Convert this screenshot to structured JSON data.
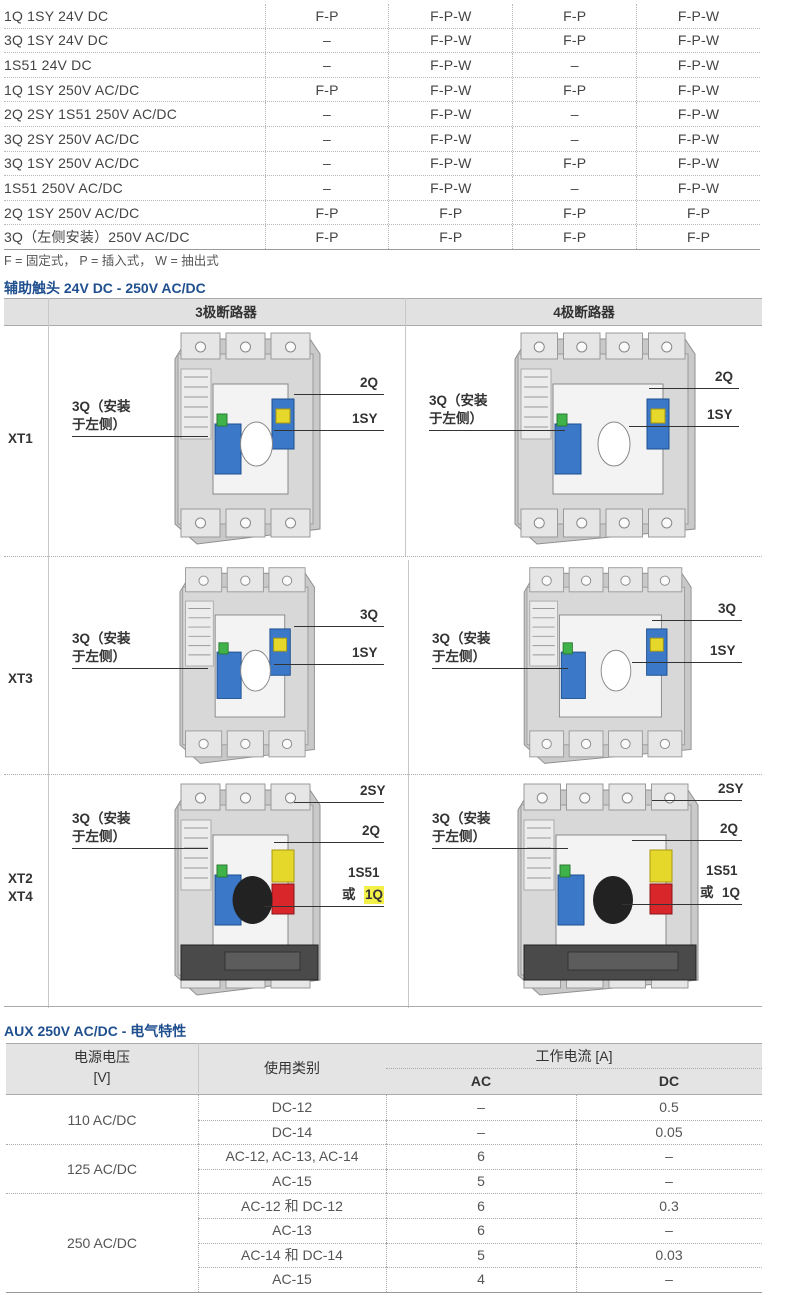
{
  "compat_table": {
    "rows": [
      {
        "name": "1Q 1SY 24V DC",
        "v": [
          "F-P",
          "F-P-W",
          "F-P",
          "F-P-W"
        ]
      },
      {
        "name": "3Q 1SY 24V DC",
        "v": [
          "–",
          "F-P-W",
          "F-P",
          "F-P-W"
        ]
      },
      {
        "name": "1S51 24V DC",
        "v": [
          "–",
          "F-P-W",
          "–",
          "F-P-W"
        ]
      },
      {
        "name": "1Q 1SY 250V AC/DC",
        "v": [
          "F-P",
          "F-P-W",
          "F-P",
          "F-P-W"
        ]
      },
      {
        "name": "2Q 2SY 1S51 250V AC/DC",
        "v": [
          "–",
          "F-P-W",
          "–",
          "F-P-W"
        ]
      },
      {
        "name": "3Q 2SY 250V AC/DC",
        "v": [
          "–",
          "F-P-W",
          "–",
          "F-P-W"
        ]
      },
      {
        "name": "3Q 1SY 250V AC/DC",
        "v": [
          "–",
          "F-P-W",
          "F-P",
          "F-P-W"
        ]
      },
      {
        "name": "1S51 250V AC/DC",
        "v": [
          "–",
          "F-P-W",
          "–",
          "F-P-W"
        ]
      },
      {
        "name": "2Q 1SY 250V AC/DC",
        "v": [
          "F-P",
          "F-P",
          "F-P",
          "F-P"
        ]
      },
      {
        "name": "3Q（左侧安装）250V AC/DC",
        "v": [
          "F-P",
          "F-P",
          "F-P",
          "F-P"
        ]
      }
    ],
    "legend": "F = 固定式，  P = 插入式，  W = 抽出式"
  },
  "aux_section": {
    "title": "辅助触头 24V DC - 250V AC/DC",
    "col_headers": [
      "3极断路器",
      "4极断路器"
    ],
    "rows": [
      {
        "label": "XT1",
        "left": {
          "top": "2Q",
          "mid": "1SY",
          "side": [
            "3Q（安装",
            "于左侧）"
          ]
        },
        "right": {
          "top": "2Q",
          "mid": "1SY",
          "side": [
            "3Q（安装",
            "于左侧）"
          ]
        }
      },
      {
        "label": "XT3",
        "left": {
          "top": "3Q",
          "mid": "1SY",
          "side": [
            "3Q（安装",
            "于左侧）"
          ]
        },
        "right": {
          "top": "3Q",
          "mid": "1SY",
          "side": [
            "3Q（安装",
            "于左侧）"
          ]
        }
      },
      {
        "label": "XT2\nXT4",
        "left": {
          "top": "2SY",
          "mid": "2Q",
          "low1": "1S51",
          "low2a": "或",
          "low2b": "1Q",
          "side": [
            "3Q（安装",
            "于左侧）"
          ]
        },
        "right": {
          "top": "2SY",
          "mid": "2Q",
          "low1": "1S51",
          "low2a": "或",
          "low2b": "1Q",
          "side": [
            "3Q（安装",
            "于左侧）"
          ]
        }
      }
    ]
  },
  "elec_section": {
    "title": "AUX 250V AC/DC - 电气特性",
    "headers": {
      "voltage": [
        "电源电压",
        "[V]"
      ],
      "category": "使用类别",
      "current": "工作电流 [A]",
      "ac": "AC",
      "dc": "DC"
    },
    "groups": [
      {
        "voltage": "110 AC/DC",
        "rows": [
          {
            "cat": "DC-12",
            "ac": "–",
            "dc": "0.5"
          },
          {
            "cat": "DC-14",
            "ac": "–",
            "dc": "0.05"
          }
        ]
      },
      {
        "voltage": "125 AC/DC",
        "rows": [
          {
            "cat": "AC-12, AC-13, AC-14",
            "ac": "6",
            "dc": "–"
          },
          {
            "cat": "AC-15",
            "ac": "5",
            "dc": "–"
          }
        ]
      },
      {
        "voltage": "250 AC/DC",
        "rows": [
          {
            "cat": "AC-12 和 DC-12",
            "ac": "6",
            "dc": "0.3"
          },
          {
            "cat": "AC-13",
            "ac": "6",
            "dc": "–"
          },
          {
            "cat": "AC-14 和 DC-14",
            "ac": "5",
            "dc": "0.03"
          },
          {
            "cat": "AC-15",
            "ac": "4",
            "dc": "–"
          }
        ]
      }
    ]
  },
  "colors": {
    "accent": "#1f4f8e",
    "header_bg": "#e1e1e1",
    "highlight": "#f4f04a",
    "aux_blue": "#3b78c8",
    "aux_green": "#3fb34a",
    "aux_yellow": "#e6d82a",
    "aux_red": "#d8262a"
  }
}
